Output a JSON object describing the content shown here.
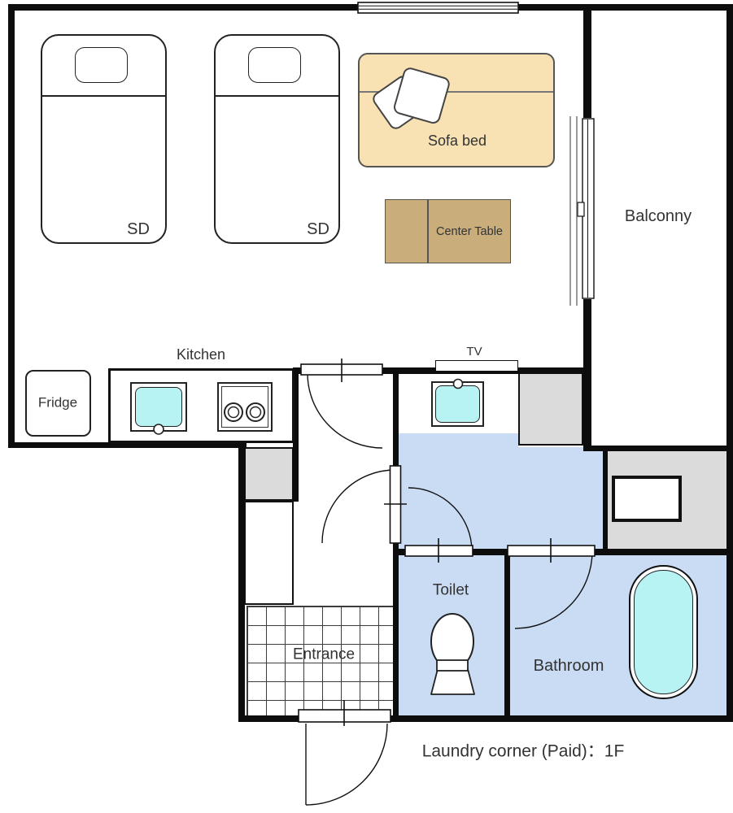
{
  "rooms": {
    "balcony": {
      "label": "Balconny"
    },
    "kitchen": {
      "label": "Kitchen"
    },
    "toilet": {
      "label": "Toilet"
    },
    "bathroom": {
      "label": "Bathroom"
    },
    "entrance": {
      "label": "Entrance"
    }
  },
  "furniture": {
    "bed_left": {
      "label": "SD"
    },
    "bed_right": {
      "label": "SD"
    },
    "sofa_bed": {
      "label": "Sofa bed"
    },
    "center_table": {
      "label": "Center Table"
    },
    "fridge": {
      "label": "Fridge"
    },
    "tv": {
      "label": "TV"
    }
  },
  "annotations": {
    "laundry_note": "Laundry corner (Paid)：1F"
  },
  "colors": {
    "wall": "#0d0d0d",
    "wet_room_blue": "#c9dcf4",
    "water_cyan": "#b8f3f3",
    "sofa_tan": "#f8e2b4",
    "table_brown": "#c9ad7b",
    "closet_gray": "#dbdbdb"
  }
}
